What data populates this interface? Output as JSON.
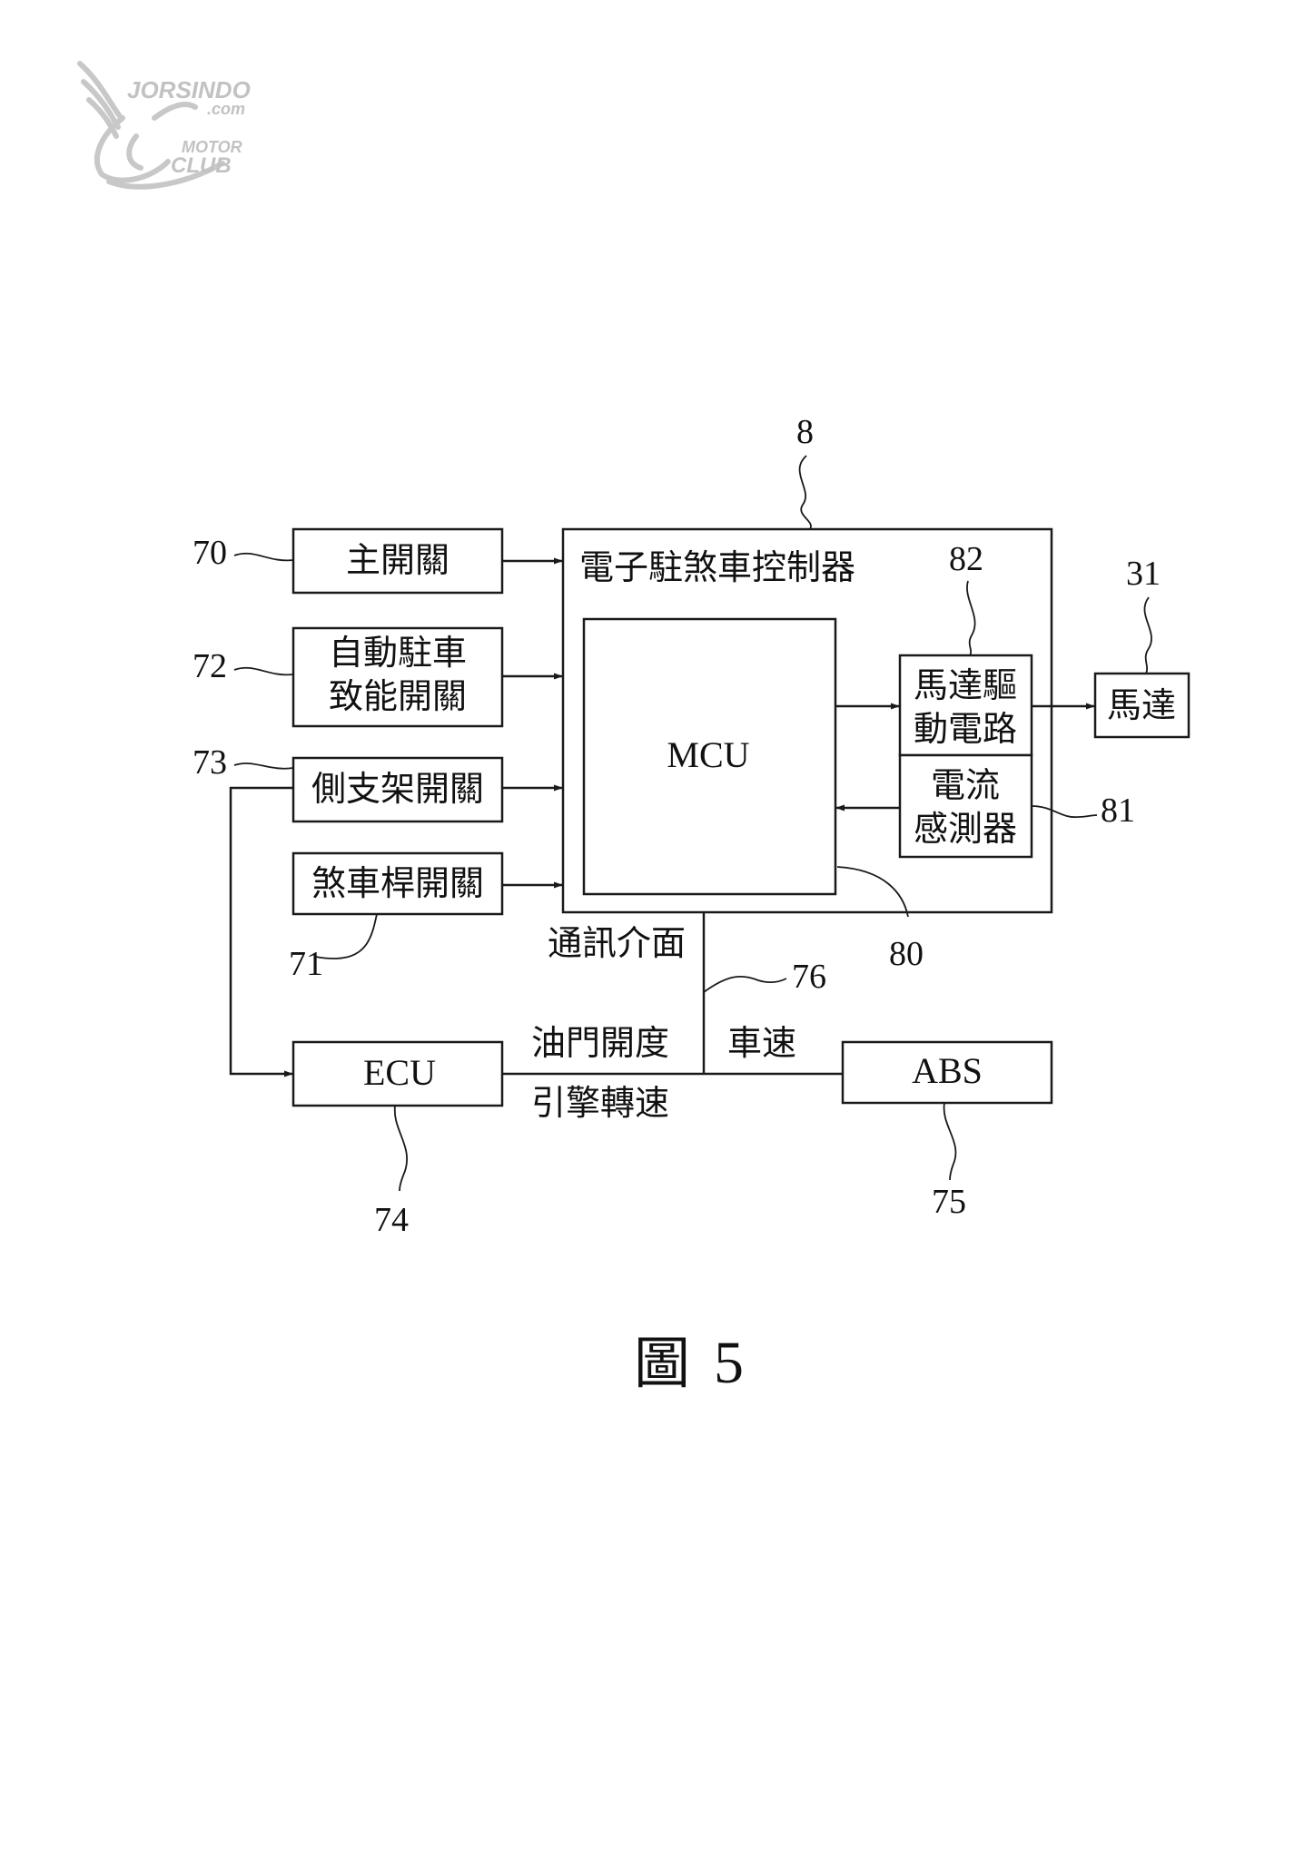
{
  "watermark": {
    "brand": "JORSINDO",
    "domain": ".com",
    "line1": "MOTOR",
    "line2": "CLUB"
  },
  "controller": {
    "label": "電子駐煞車控制器",
    "ref": "8"
  },
  "inputs": [
    {
      "id": "main-switch",
      "lines": [
        "主開關"
      ],
      "ref": "70"
    },
    {
      "id": "auto-park-switch",
      "lines": [
        "自動駐車",
        "致能開關"
      ],
      "ref": "72"
    },
    {
      "id": "side-stand-switch",
      "lines": [
        "側支架開關"
      ],
      "ref": "73"
    },
    {
      "id": "brake-lever-switch",
      "lines": [
        "煞車桿開關"
      ],
      "ref": "71"
    }
  ],
  "mcu": {
    "label": "MCU",
    "ref": "80"
  },
  "motor_driver": {
    "lines": [
      "馬達驅",
      "動電路"
    ],
    "ref": "82"
  },
  "current_sensor": {
    "lines": [
      "電流",
      "感測器"
    ],
    "ref": "81"
  },
  "motor": {
    "label": "馬達",
    "ref": "31"
  },
  "bus": {
    "comm_label": "通訊介面",
    "ref": "76",
    "throttle_label": "油門開度",
    "rpm_label": "引擎轉速",
    "speed_label": "車速"
  },
  "ecu": {
    "label": "ECU",
    "ref": "74"
  },
  "abs": {
    "label": "ABS",
    "ref": "75"
  },
  "caption": {
    "prefix": "圖",
    "number": "5"
  }
}
